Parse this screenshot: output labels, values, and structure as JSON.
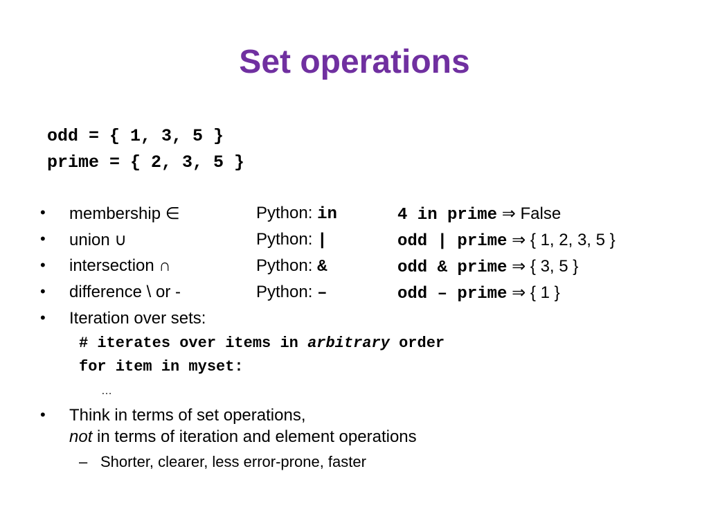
{
  "slide": {
    "title": "Set operations",
    "definitions": [
      "odd = { 1, 3, 5 }",
      "prime = { 2, 3, 5 }"
    ],
    "bullet_glyph": "•",
    "operations": [
      {
        "name": "membership",
        "symbol": "∈",
        "python_label": "Python:",
        "python_op": "in",
        "example": "4 in prime",
        "arrow": "⇒",
        "result": "False"
      },
      {
        "name": "union",
        "symbol": "∪",
        "python_label": "Python:",
        "python_op": "|",
        "example": "odd | prime",
        "arrow": "⇒",
        "result": "{ 1, 2, 3, 5 }"
      },
      {
        "name": "intersection",
        "symbol": "∩",
        "python_label": "Python:",
        "python_op": "&",
        "example": "odd & prime",
        "arrow": "⇒",
        "result": "{ 3, 5 }"
      },
      {
        "name": "difference",
        "symbol": "\\ or -",
        "python_label": "Python:",
        "python_op": "–",
        "example": "odd – prime",
        "arrow": "⇒",
        "result": "{ 1 }"
      }
    ],
    "iteration": {
      "heading": "Iteration over sets:",
      "comment_prefix": "# iterates over items in ",
      "comment_emph": "arbitrary",
      "comment_suffix": " order",
      "loop": "for item in myset:",
      "ellipsis": "…"
    },
    "advice": {
      "line1": "Think in terms of set operations,",
      "line2_emph": "not",
      "line2_rest": " in terms of iteration and element operations",
      "dash": "–",
      "sub": "Shorter, clearer, less error-prone, faster"
    }
  }
}
